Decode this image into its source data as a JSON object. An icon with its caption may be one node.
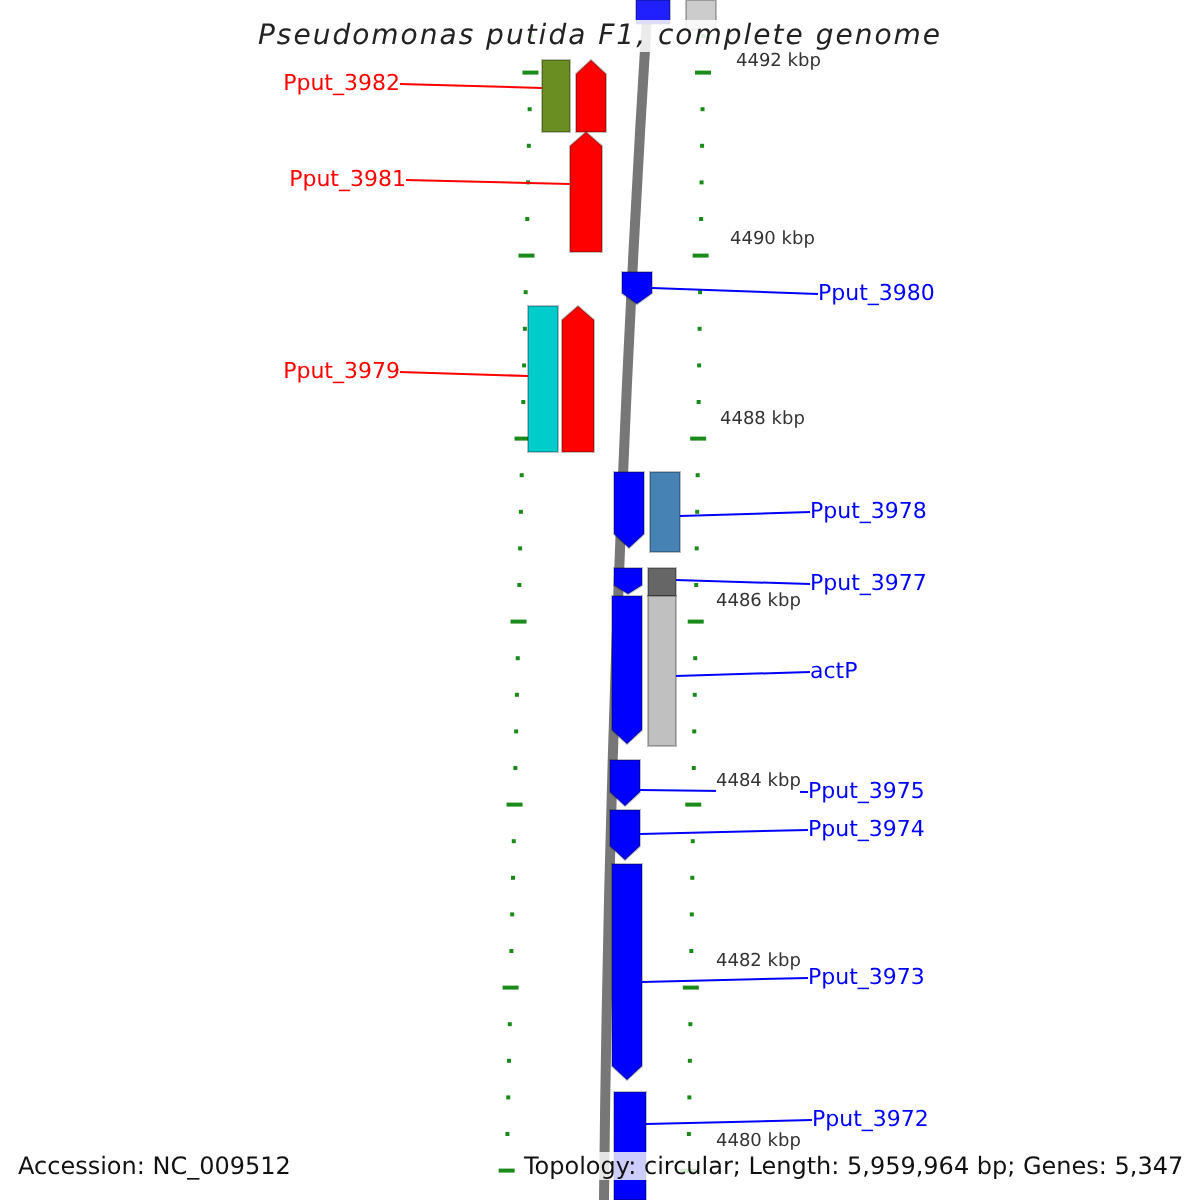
{
  "diagram": {
    "title": "Pseudomonas putida F1, complete genome",
    "nodes": [
      {
        "text": [
          "Pput_3982"
        ]
      },
      {
        "text": [
          "Pput_3981"
        ]
      },
      {
        "text": [
          "Pput_3980"
        ]
      },
      {
        "text": [
          "Pput_3979"
        ]
      },
      {
        "text": [
          "Pput_3978"
        ]
      },
      {
        "text": [
          "Pput_3977"
        ]
      },
      {
        "text": [
          "actP"
        ]
      },
      {
        "text": [
          "Pput_3975"
        ]
      },
      {
        "text": [
          "Pput_3974"
        ]
      },
      {
        "text": [
          "Pput_3973"
        ]
      },
      {
        "text": [
          "Pput_3972"
        ]
      },
      {
        "text": [],
        "shape": "box"
      },
      {
        "text": [],
        "shape": "box"
      },
      {
        "text": [],
        "shape": "box"
      },
      {
        "text": [],
        "shape": "arrow"
      },
      {
        "text": [],
        "shape": "arrow"
      },
      {
        "text": [],
        "shape": "arrow"
      },
      {
        "text": [],
        "shape": "box"
      },
      {
        "text": [],
        "shape": "arrow"
      },
      {
        "text": [],
        "shape": "arrow"
      },
      {
        "text": [],
        "shape": "box"
      },
      {
        "text": [],
        "shape": "arrow"
      },
      {
        "text": [],
        "shape": "box"
      },
      {
        "text": [],
        "shape": "arrow"
      },
      {
        "text": [],
        "shape": "box"
      },
      {
        "text": [],
        "shape": "arrow"
      },
      {
        "text": [],
        "shape": "arrow"
      },
      {
        "text": [],
        "shape": "arrow"
      },
      {
        "text": [],
        "shape": "box"
      }
    ],
    "edges": [
      {
        "from": 0,
        "to": 13,
        "arrow": "none",
        "color": "#ff0000"
      },
      {
        "from": 1,
        "to": 15,
        "arrow": "none",
        "color": "#ff0000"
      },
      {
        "from": 2,
        "to": 16,
        "arrow": "none"
      },
      {
        "from": 3,
        "to": 17,
        "arrow": "none",
        "color": "#ff0000"
      },
      {
        "from": 4,
        "to": 20,
        "arrow": "none"
      },
      {
        "from": 5,
        "to": 22,
        "arrow": "none"
      },
      {
        "from": 6,
        "to": 24,
        "arrow": "none"
      },
      {
        "from": 7,
        "to": 25,
        "arrow": "none"
      },
      {
        "from": 8,
        "to": 26,
        "arrow": "none"
      },
      {
        "from": 9,
        "to": 27,
        "arrow": "none"
      },
      {
        "from": 10,
        "to": 28,
        "arrow": "none"
      }
    ],
    "labels": [
      "4492 kbp",
      "4490 kbp",
      "4488 kbp",
      "4486 kbp",
      "4484 kbp",
      "4482 kbp",
      "4480 kbp",
      "Accession: NC_009512",
      "Topology: circular; Length: 5,959,964 bp; Genes: 5,347"
    ]
  }
}
